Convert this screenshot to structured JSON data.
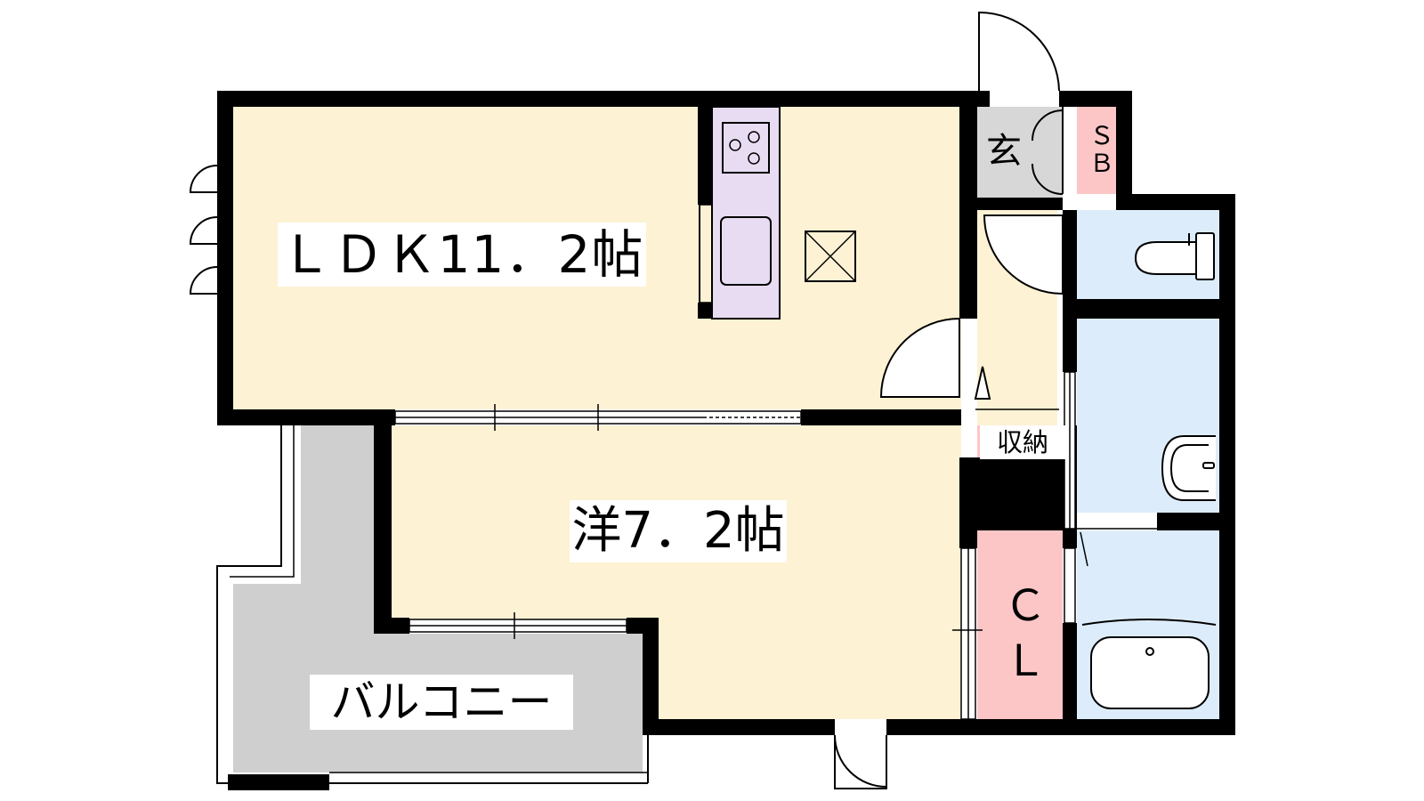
{
  "rooms": {
    "ldk": "ＬＤＫ11．2帖",
    "western": "洋7．2帖",
    "balcony": "バルコニー",
    "entrance": "玄",
    "shoe_box_line1": "Ｓ",
    "shoe_box_line2": "Ｂ",
    "storage": "収納",
    "closet_line1": "Ｃ",
    "closet_line2": "Ｌ"
  },
  "colors": {
    "wall": "#000000",
    "living_floor": "#fdf2d4",
    "kitchen_counter": "#e8dcf2",
    "balcony_floor": "#cfcfcf",
    "entrance_floor": "#d7d7d7",
    "storage_pink": "#fcc6c6",
    "wet_area_blue": "#dcecfa"
  },
  "icons": [
    "stove-icon",
    "sink-icon",
    "refrigerator-space-icon",
    "toilet-icon",
    "washbasin-icon",
    "bathtub-icon",
    "door-swing-icon",
    "sliding-window-icon"
  ]
}
